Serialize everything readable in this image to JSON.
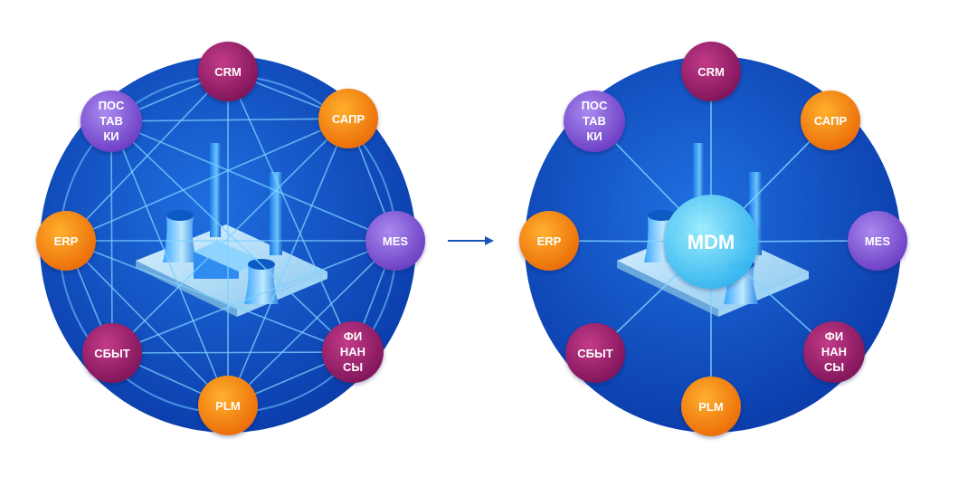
{
  "colors": {
    "background": "#ffffff",
    "circle_dark": "#0a3aa8",
    "circle_light": "#1f6fe0",
    "link_line": "#7fd2ff",
    "arrow": "#1a56b8",
    "node_crimson": "#a41f6e",
    "node_orange": "#f08a12",
    "node_violet": "#8a5ad6",
    "mdm": "#5fd0ff"
  },
  "left_diagram": {
    "nodes": {
      "crm": {
        "label": [
          "CRM"
        ],
        "color": "crimson"
      },
      "supply": {
        "label": [
          "ПОС",
          "ТАВ",
          "КИ"
        ],
        "color": "violet"
      },
      "sapr": {
        "label": [
          "САПР"
        ],
        "color": "orange"
      },
      "erp": {
        "label": [
          "ERP"
        ],
        "color": "orange"
      },
      "mes": {
        "label": [
          "MES"
        ],
        "color": "violet"
      },
      "sales": {
        "label": [
          "СБЫТ"
        ],
        "color": "crimson"
      },
      "finance": {
        "label": [
          "ФИ",
          "НАН",
          "СЫ"
        ],
        "color": "crimson"
      },
      "plm": {
        "label": [
          "PLM"
        ],
        "color": "orange"
      }
    }
  },
  "right_diagram": {
    "hub": {
      "label": "MDM"
    },
    "nodes": {
      "crm": {
        "label": [
          "CRM"
        ],
        "color": "crimson"
      },
      "supply": {
        "label": [
          "ПОС",
          "ТАВ",
          "КИ"
        ],
        "color": "violet"
      },
      "sapr": {
        "label": [
          "САПР"
        ],
        "color": "orange"
      },
      "erp": {
        "label": [
          "ERP"
        ],
        "color": "orange"
      },
      "mes": {
        "label": [
          "MES"
        ],
        "color": "violet"
      },
      "sales": {
        "label": [
          "СБЫТ"
        ],
        "color": "crimson"
      },
      "finance": {
        "label": [
          "ФИ",
          "НАН",
          "СЫ"
        ],
        "color": "crimson"
      },
      "plm": {
        "label": [
          "PLM"
        ],
        "color": "orange"
      }
    }
  },
  "arrow_icon": "right-arrow-icon"
}
